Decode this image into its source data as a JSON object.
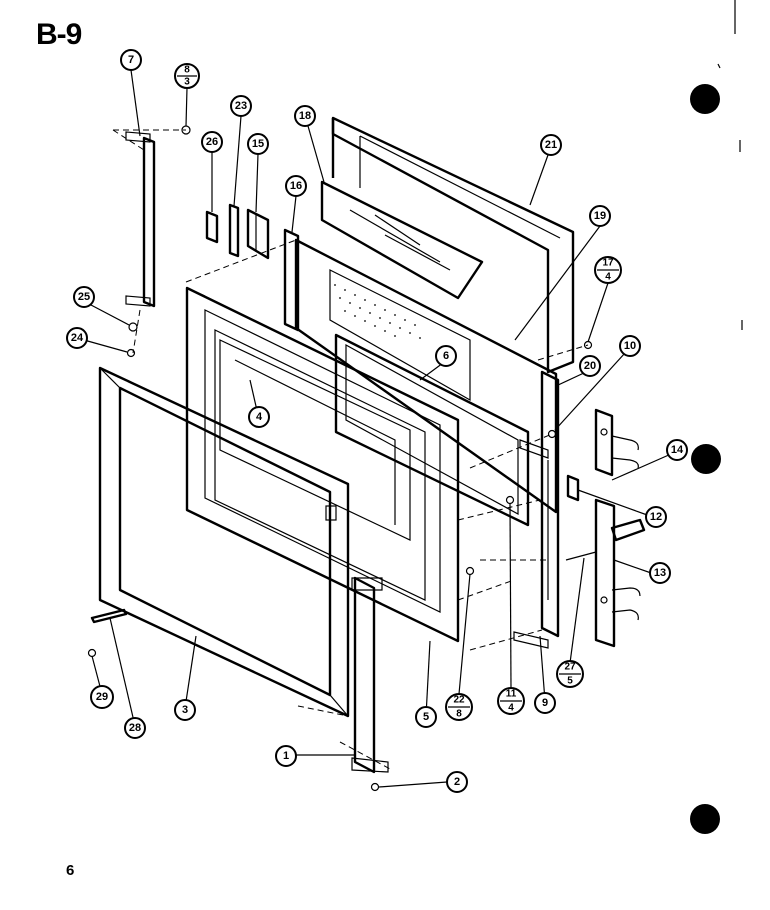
{
  "page": {
    "title": "B-9",
    "number": "6"
  },
  "callouts": [
    {
      "id": "c7",
      "top": "7"
    },
    {
      "id": "c8_3",
      "top": "8",
      "bottom": "3"
    },
    {
      "id": "c23",
      "top": "23"
    },
    {
      "id": "c26",
      "top": "26"
    },
    {
      "id": "c15",
      "top": "15"
    },
    {
      "id": "c18",
      "top": "18"
    },
    {
      "id": "c21",
      "top": "21"
    },
    {
      "id": "c16",
      "top": "16"
    },
    {
      "id": "c19",
      "top": "19"
    },
    {
      "id": "c17_4",
      "top": "17",
      "bottom": "4"
    },
    {
      "id": "c25",
      "top": "25"
    },
    {
      "id": "c24",
      "top": "24"
    },
    {
      "id": "c10",
      "top": "10"
    },
    {
      "id": "c20",
      "top": "20"
    },
    {
      "id": "c6",
      "top": "6"
    },
    {
      "id": "c4",
      "top": "4"
    },
    {
      "id": "c14",
      "top": "14"
    },
    {
      "id": "c12",
      "top": "12"
    },
    {
      "id": "c13",
      "top": "13"
    },
    {
      "id": "c27_5",
      "top": "27",
      "bottom": "5"
    },
    {
      "id": "c29",
      "top": "29"
    },
    {
      "id": "c28",
      "top": "28"
    },
    {
      "id": "c3",
      "top": "3"
    },
    {
      "id": "c5",
      "top": "5"
    },
    {
      "id": "c22_8",
      "top": "22",
      "bottom": "8"
    },
    {
      "id": "c11_4",
      "top": "11",
      "bottom": "4"
    },
    {
      "id": "c9",
      "top": "9"
    },
    {
      "id": "c1",
      "top": "1"
    },
    {
      "id": "c2",
      "top": "2"
    }
  ]
}
